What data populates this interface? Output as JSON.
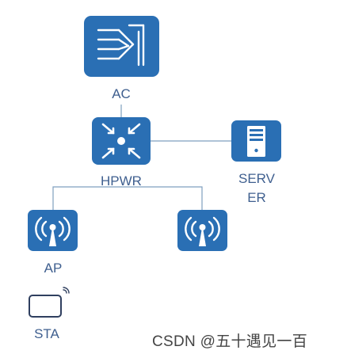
{
  "colors": {
    "device_blue": "#2a6fb4",
    "link": "#7f9fbf",
    "label": "#3f5f8f",
    "watermark": "#444444"
  },
  "nodes": {
    "ac": {
      "label": "AC",
      "icon": "access-controller-icon"
    },
    "switch": {
      "label": "HPWR",
      "icon": "switch-icon"
    },
    "server": {
      "label_line1": "SERV",
      "label_line2": "ER",
      "icon": "server-icon"
    },
    "ap_left": {
      "label": "AP",
      "icon": "access-point-icon"
    },
    "ap_right": {
      "label": "",
      "icon": "access-point-icon"
    },
    "sta": {
      "label": "STA",
      "icon": "station-icon"
    }
  },
  "watermark": "CSDN @五十遇见一百"
}
